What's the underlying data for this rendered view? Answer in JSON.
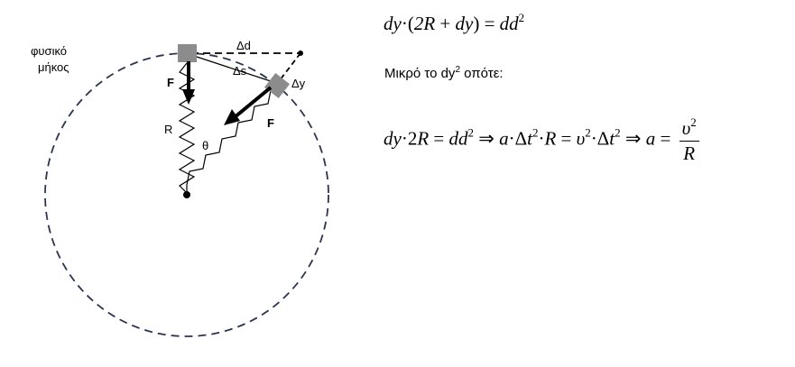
{
  "diagram": {
    "label_natural_length_line1": "φυσικό",
    "label_natural_length_line2": "μήκος",
    "label_delta_d": "Δd",
    "label_delta_s": "Δs",
    "label_delta_y": "Δy",
    "label_force_top": "F",
    "label_force_right": "F",
    "label_radius": "R",
    "label_theta": "θ"
  },
  "equations": {
    "eq1": {
      "dy": "dy",
      "dot": "·",
      "open": "(",
      "two_r": "2R",
      "plus": " + ",
      "dy2": "dy",
      "close": ")",
      "eq": " = ",
      "dd": "dd",
      "sq": "2"
    },
    "note": {
      "text": "Μικρό το dy",
      "sup": "2",
      "tail": " οπότε:"
    },
    "eq2": {
      "p1": "dy",
      "p2": "·2",
      "p3": "R",
      "p4": " = ",
      "p5": "dd",
      "s1": "2",
      "arrow1": " ⇒ ",
      "p6": "a",
      "p7": "·Δ",
      "p8": "t",
      "s2": "2",
      "p9": "·",
      "p10": "R",
      "p11": " = ",
      "p12": "υ",
      "s3": "2",
      "p13": "·Δ",
      "p14": "t",
      "s4": "2",
      "arrow2": " ⇒ ",
      "p15": "a",
      "p16": " = ",
      "frac_num": "υ",
      "frac_num_sup": "2",
      "frac_den": "R"
    }
  }
}
